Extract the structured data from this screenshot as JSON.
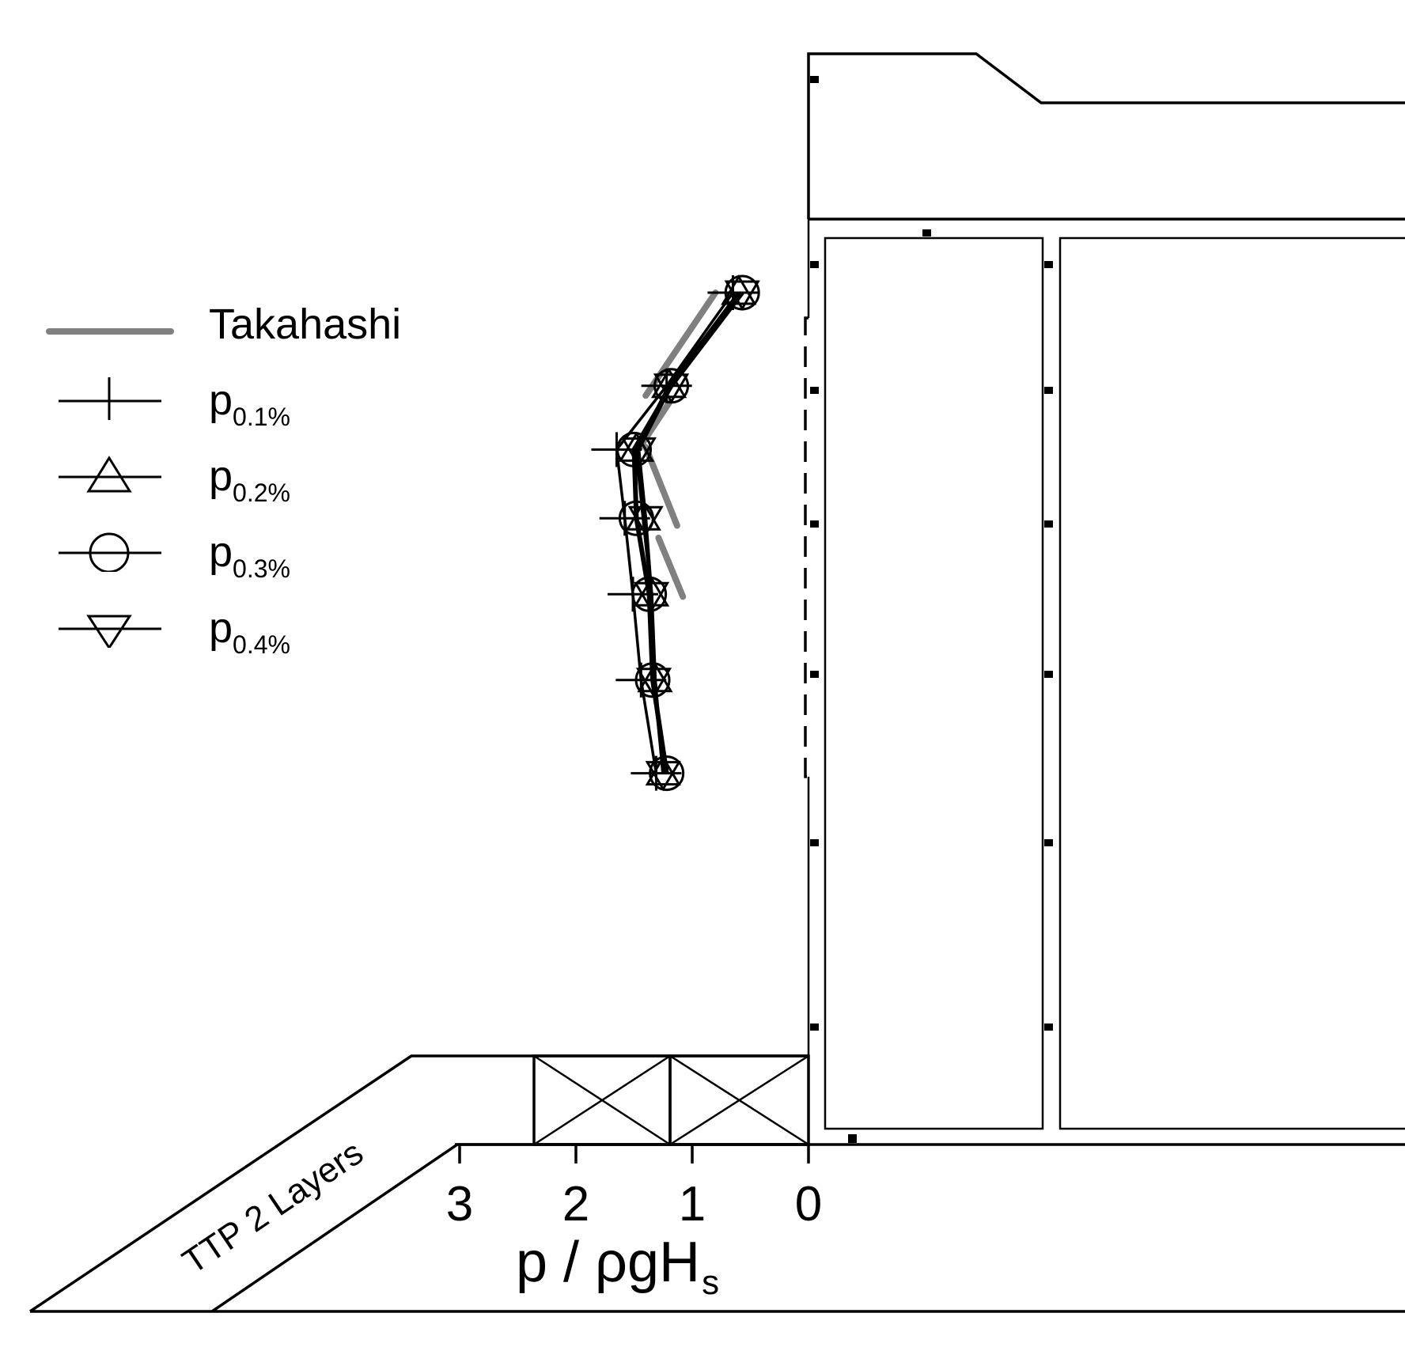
{
  "chart_data": {
    "type": "line",
    "orientation": "horizontal-values",
    "xlabel": "p / ρgH",
    "xlabel_sub": "s",
    "x_ticks": [
      "3",
      "2",
      "1",
      "0"
    ],
    "x_tick_values": [
      3,
      2,
      1,
      0
    ],
    "xlim": [
      3,
      0
    ],
    "annotations": [
      "TTP 2 Layers"
    ],
    "legend_position": "left",
    "series": [
      {
        "name": "Takahashi",
        "marker": "none",
        "color": "#808080",
        "segments": [
          {
            "x": [
              0.8,
              1.4
            ],
            "y": [
              1.0,
              0.58
            ]
          },
          {
            "x": [
              1.2,
              1.45
            ],
            "y": [
              0.55,
              0.37
            ]
          },
          {
            "x": [
              1.4,
              1.13
            ],
            "y": [
              0.37,
              0.05
            ]
          },
          {
            "x": [
              1.29,
              1.08
            ],
            "y": [
              0.0,
              -0.24
            ]
          }
        ]
      },
      {
        "name": "p",
        "name_sub": "0.1%",
        "marker": "plus",
        "color": "#000000",
        "x": [
          0.65,
          1.22,
          1.65,
          1.58,
          1.51,
          1.44,
          1.31
        ],
        "y": [
          1.0,
          0.62,
          0.36,
          0.08,
          -0.23,
          -0.58,
          -0.96
        ]
      },
      {
        "name": "p",
        "name_sub": "0.2%",
        "marker": "triangle-up",
        "color": "#000000",
        "x": [
          0.6,
          1.2,
          1.48,
          1.42,
          1.35,
          1.32,
          1.25
        ],
        "y": [
          1.0,
          0.62,
          0.36,
          0.08,
          -0.23,
          -0.58,
          -0.96
        ]
      },
      {
        "name": "p",
        "name_sub": "0.3%",
        "marker": "circle",
        "color": "#000000",
        "x": [
          0.57,
          1.18,
          1.5,
          1.48,
          1.37,
          1.34,
          1.22
        ],
        "y": [
          1.0,
          0.62,
          0.36,
          0.08,
          -0.23,
          -0.58,
          -0.96
        ]
      },
      {
        "name": "p",
        "name_sub": "0.4%",
        "marker": "triangle-down",
        "color": "#000000",
        "x": [
          0.57,
          1.18,
          1.46,
          1.4,
          1.35,
          1.33,
          1.25
        ],
        "y": [
          1.0,
          0.62,
          0.36,
          0.08,
          -0.23,
          -0.58,
          -0.96
        ]
      }
    ]
  }
}
